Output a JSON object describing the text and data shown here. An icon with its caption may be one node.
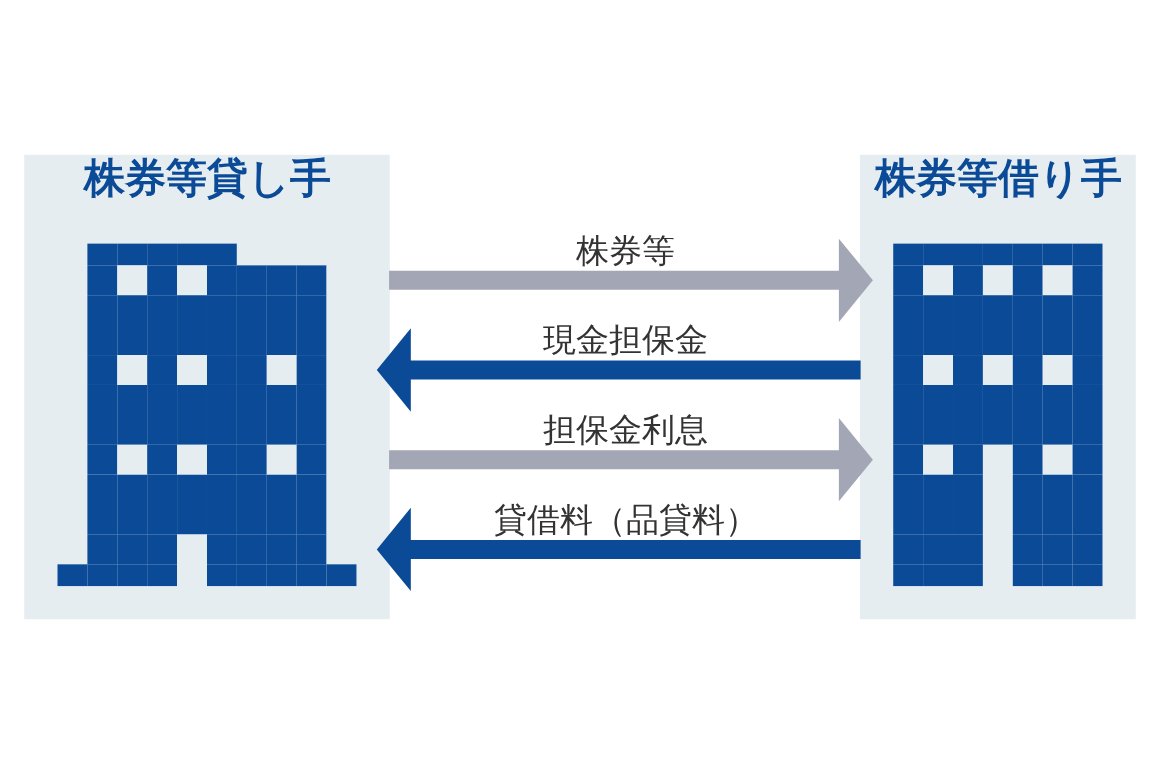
{
  "diagram": {
    "nodes": [
      {
        "text": [
          "株券等貸し手"
        ]
      },
      {
        "text": [],
        "shape": "picture",
        "in": 0
      },
      {
        "text": [
          "株券等借り手"
        ]
      },
      {
        "text": [],
        "shape": "picture",
        "in": 2
      }
    ],
    "edges": [
      {
        "from": 0,
        "to": 2,
        "arrow": "to",
        "label": "株券等",
        "color": "#a3a6b4"
      },
      {
        "from": 0,
        "to": 2,
        "arrow": "to",
        "label": "担保金利息",
        "color": "#a3a6b4"
      },
      {
        "from": 2,
        "to": 0,
        "arrow": "to",
        "label": "現金担保金",
        "color": "#0a4a96"
      },
      {
        "from": 2,
        "to": 0,
        "arrow": "to",
        "label": "貸借料（品貸料）",
        "color": "#0a4a96"
      }
    ]
  }
}
